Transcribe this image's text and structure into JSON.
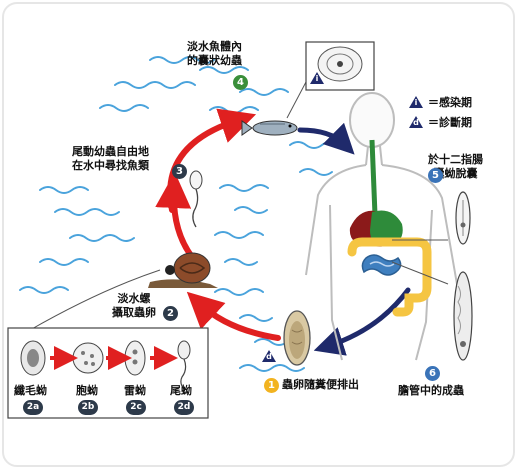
{
  "labels": {
    "stage4": "淡水魚體內\n的囊狀幼蟲",
    "stage3": "尾動幼蟲自由地\n在水中尋找魚類",
    "stage2": "淡水螺\n攝取蟲卵",
    "stage1": "蟲卵隨糞便排出",
    "stage5": "於十二指腸\n囊蚴脫囊",
    "stage6": "膽管中的成蟲",
    "sub2a": "纖毛蚴",
    "sub2b": "胞蚴",
    "sub2c": "雷蚴",
    "sub2d": "尾蚴"
  },
  "legend": {
    "infective_symbol": "i",
    "infective": "＝感染期",
    "diagnostic_symbol": "d",
    "diagnostic": "＝診斷期"
  },
  "numbers": {
    "n1": "1",
    "n2": "2",
    "n3": "3",
    "n4": "4",
    "n5": "5",
    "n6": "6",
    "n2a": "2a",
    "n2b": "2b",
    "n2c": "2c",
    "n2d": "2d"
  },
  "colors": {
    "water": "#4aa3dc",
    "red_arrow": "#e02020",
    "navy_arrow": "#1f2a6b",
    "stomach": "#2e8b3a",
    "liver": "#8b1a1a",
    "intestine": "#f5c542",
    "small_intestine": "#3f7fbf"
  }
}
